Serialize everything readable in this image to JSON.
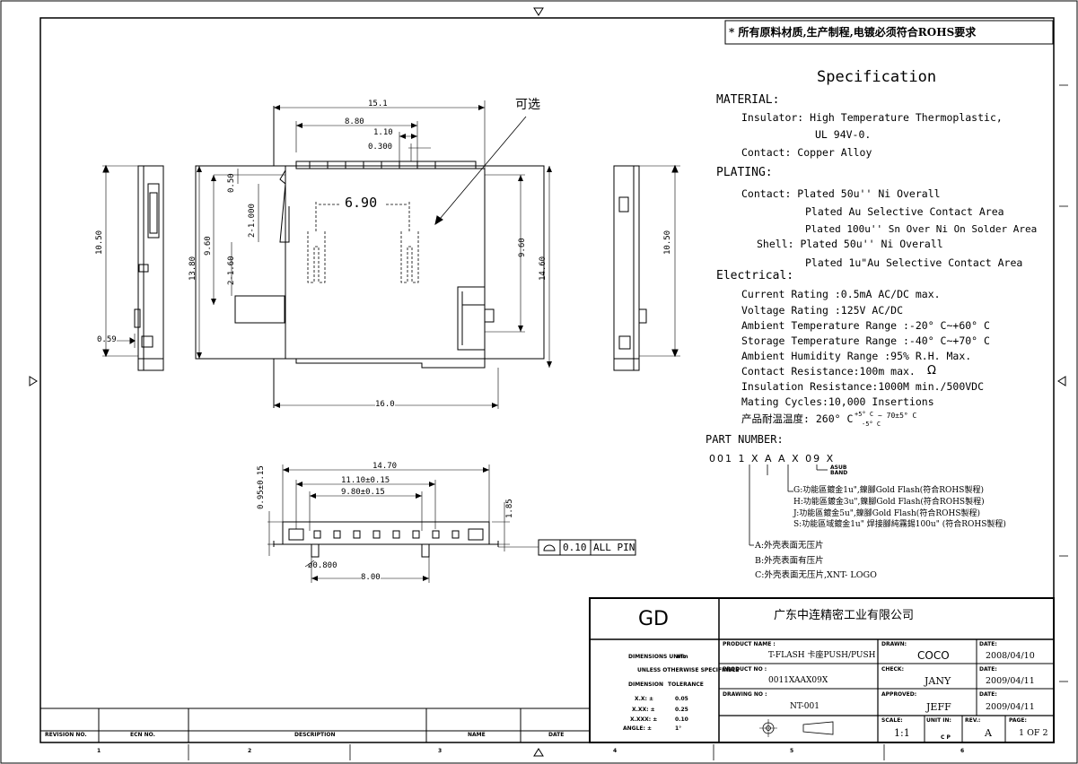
{
  "note": "* 所有原料材质,生产制程,电镀必须符合ROHS要求",
  "optional_label": "可选",
  "dims": {
    "top": {
      "d151": "15.1",
      "d880": "8.80",
      "d110": "1.10",
      "d0300": "0.300",
      "d690": "6.90",
      "d050": "0.50",
      "d21000": "2-1.000",
      "d960a": "9.60",
      "d1380": "13.80",
      "d2160": "2-1.60",
      "d960b": "9.60",
      "d1460": "14.60",
      "d160": "16.0"
    },
    "left": {
      "d1050": "10.50",
      "d059": "0.59"
    },
    "right": {
      "d1050": "10.50"
    },
    "bottom": {
      "d1470": "14.70",
      "d1110": "11.10±0.15",
      "d980": "9.80±0.15",
      "d095": "0.95±0.15",
      "d185": "1.85",
      "d0800": "ø0.800",
      "d800": "8.00"
    },
    "flatness": {
      "value": "0.10",
      "label": "ALL PIN"
    }
  },
  "spec": {
    "title": "Specification",
    "material_h": "MATERIAL:",
    "insulator": "Insulator: High Temperature Thermoplastic,",
    "insulator2": "UL 94V-0.",
    "contact": "Contact: Copper Alloy",
    "plating_h": "PLATING:",
    "plating1": "Contact: Plated 50u'' Ni Overall",
    "plating2": "Plated Au Selective Contact Area",
    "plating3": "Plated 100u''  Sn Over Ni On Solder Area",
    "plating4": "Shell: Plated 50u'' Ni Overall",
    "plating5": "Plated 1u\"Au Selective Contact Area",
    "electrical_h": "Electrical:",
    "e1": "Current Rating :0.5mA AC/DC max.",
    "e2": "Voltage Rating :125V AC/DC",
    "e3": "Ambient Temperature Range :-20° C~+60° C",
    "e4": "Storage Temperature Range :-40° C~+70° C",
    "e5": "Ambient Humidity Range :95% R.H. Max.",
    "e6": "Contact Resistance:100m  max.",
    "e6b": "Ω",
    "e7": "Insulation Resistance:1000M  min./500VDC",
    "e8": "Mating Cycles:10,000 Insertions",
    "e9": "产品耐温温度: 260° C",
    "e9b": "+5° C",
    "e9c": "-5° C",
    "e9d": "~ 70±5° C",
    "part_h": "PART NUMBER:",
    "part_code": "001 1 X A A X 09 X",
    "part_tiny1": "ASUB",
    "part_tiny2": "BAND",
    "g": "G:功能區鍍金1u\",鎳腳Gold Flash(符合ROHS製程)",
    "h": "H:功能區鍍金3u\",鎳腳Gold Flash(符合ROHS製程)",
    "j": "J:功能區鍍金5u\",鎳腳Gold Flash(符合ROHS製程)",
    "s": "S:功能區域鍍金1u\" 焊接腳純霧錫100u\" (符合ROHS製程)",
    "a": "A:外壳表面无压片",
    "b": "B:外壳表面有压片",
    "c": "C:外壳表面无压片,XNT- LOGO"
  },
  "title_block": {
    "logo": "GD",
    "company": "广东中连精密工业有限公司",
    "dim_unit_label": "DIMENSIONS UNIT:",
    "dim_unit": "mm",
    "unless": "UNLESS OTHERWISE SPECIFIABLE",
    "dim_h": "DIMENSION",
    "tol_h": "TOLERANCE",
    "tol": [
      {
        "d": "X.X: ±",
        "v": "0.05"
      },
      {
        "d": "X.XX: ±",
        "v": "0.25"
      },
      {
        "d": "X.XXX: ±",
        "v": "0.10"
      },
      {
        "d": "ANGLE: ±",
        "v": "1°"
      }
    ],
    "product_name_label": "PRODUCT NAME :",
    "product_name": "T-FLASH 卡座PUSH/PUSH",
    "product_no_label": "PRODUCT NO :",
    "product_no": "0011XAAX09X",
    "drawing_no_label": "DRAWING NO :",
    "drawing_no": "NT-001",
    "drawn_label": "DRAWN:",
    "drawn": "COCO",
    "check_label": "CHECK:",
    "check": "JANY",
    "approved_label": "APPROVED:",
    "approved": "JEFF",
    "date_label": "DATE:",
    "date1": "2008/04/10",
    "date2": "2009/04/11",
    "date3": "2009/04/11",
    "scale_label": "SCALE:",
    "scale": "1:1",
    "unit_label": "UNIT IN:",
    "unit": "C P",
    "rev_label": "REV.:",
    "rev": "A",
    "page_label": "PAGE:",
    "page": "1 OF 2"
  },
  "revision": {
    "rev_no": "REVISION NO.",
    "ecn_no": "ECN NO.",
    "description": "DESCRIPTION",
    "name": "NAME",
    "date": "DATE"
  },
  "grid": {
    "cols": [
      "1",
      "2",
      "3",
      "4",
      "5",
      "6"
    ]
  }
}
